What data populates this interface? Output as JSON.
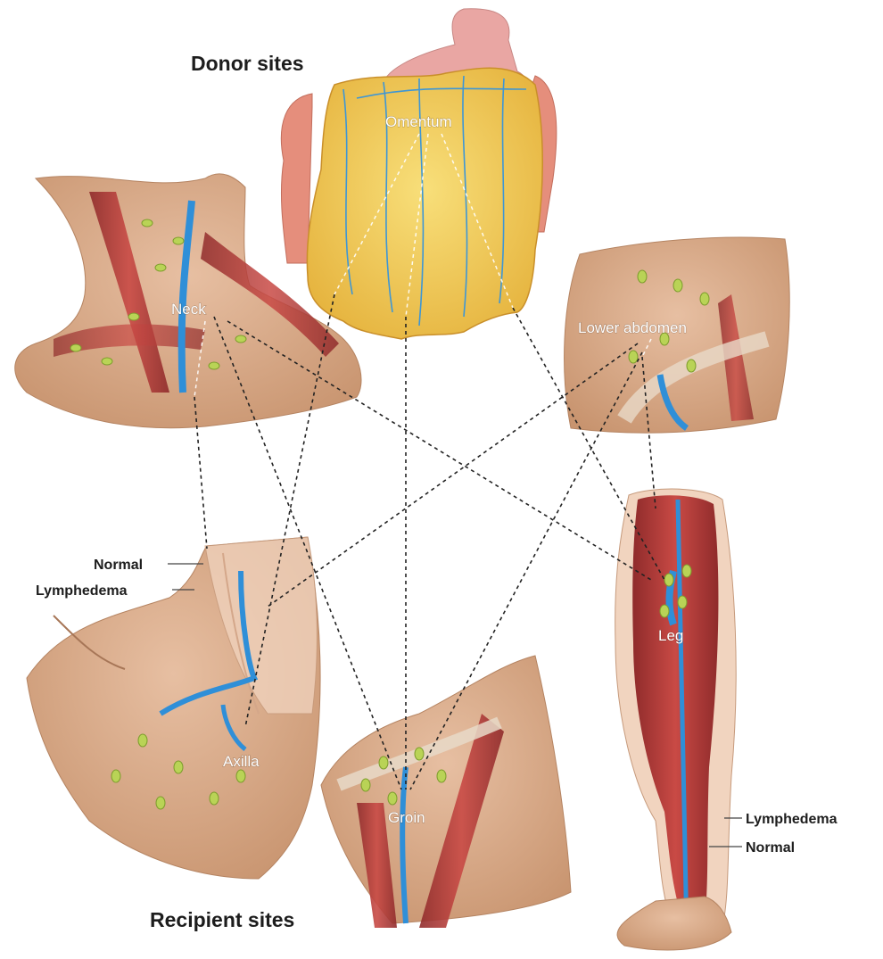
{
  "headings": {
    "donor": "Donor sites",
    "recipient": "Recipient sites"
  },
  "donor_sites": {
    "omentum": "Omentum",
    "neck": "Neck",
    "lower_abdomen": "Lower abdomen"
  },
  "recipient_sites": {
    "axilla": "Axilla",
    "groin": "Groin",
    "leg": "Leg"
  },
  "axilla_callouts": {
    "normal": "Normal",
    "lymphedema": "Lymphedema"
  },
  "leg_callouts": {
    "lymphedema": "Lymphedema",
    "normal": "Normal"
  },
  "colors": {
    "skin": "#d7a989",
    "muscle": "#b23a3a",
    "vessel": "#2f8fd8",
    "lymph": "#a9c84a",
    "omentum": "#f1cf5a"
  }
}
